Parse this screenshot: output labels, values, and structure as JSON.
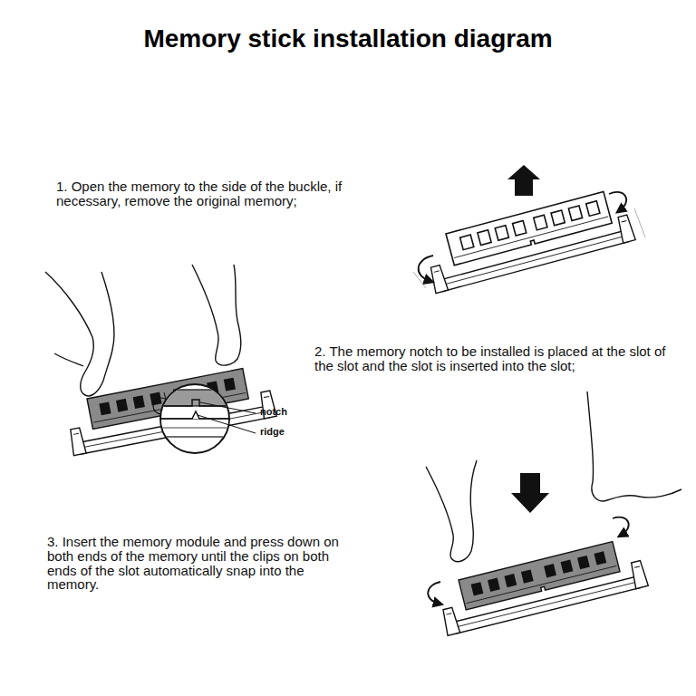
{
  "diagram": {
    "title": "Memory stick installation diagram",
    "labels": [
      "1. Open the memory to the side of the buckle, if necessary, remove the original memory;",
      "2. The memory notch to be installed is placed at the slot of the slot and the slot is inserted into the slot;",
      "notch",
      "ridge",
      "3. Insert the memory module and press down on both ends of the memory until the clips on both ends of the slot automatically snap into the memory."
    ]
  }
}
